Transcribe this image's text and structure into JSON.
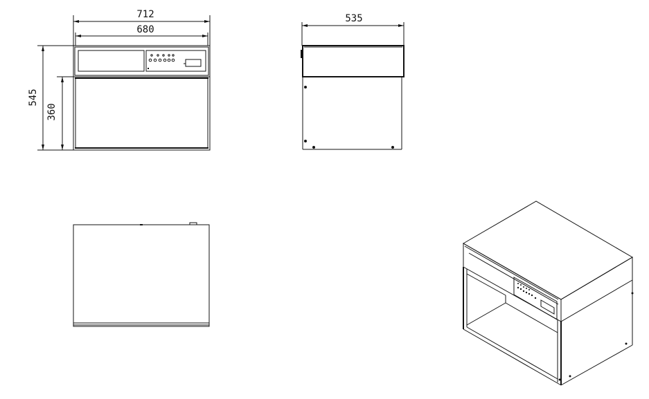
{
  "dimensions": {
    "overall_width": "712",
    "inner_width": "680",
    "side_depth": "535",
    "overall_height": "545",
    "lower_height": "360"
  }
}
